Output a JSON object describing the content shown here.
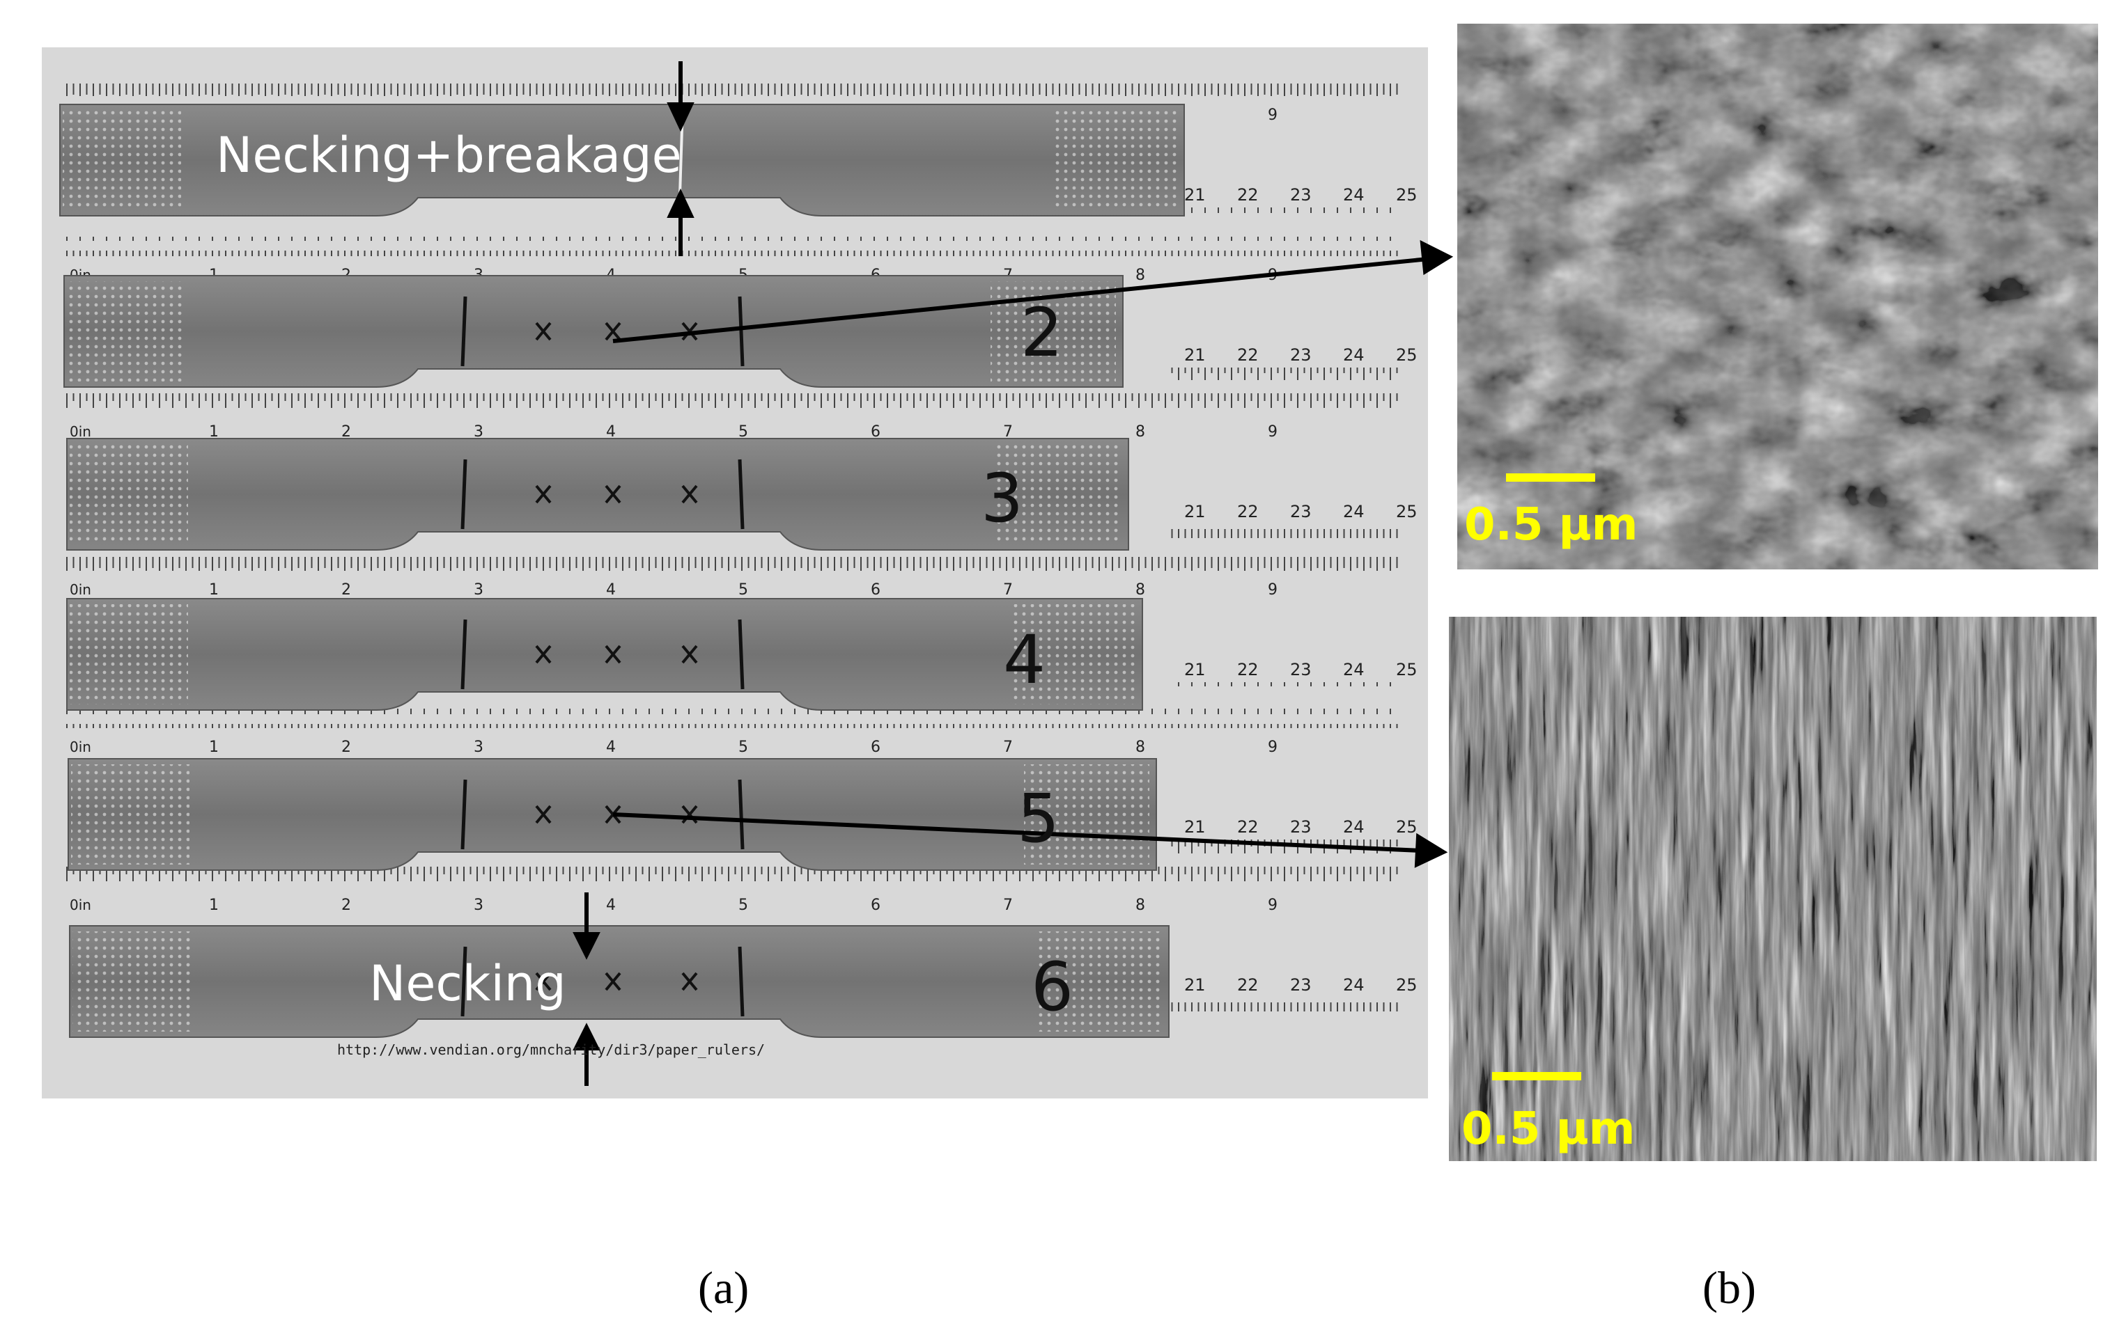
{
  "panels": {
    "a_label": "(a)",
    "b_label": "(b)"
  },
  "specimens": {
    "annotation_top": "Necking+breakage",
    "annotation_bottom": "Necking",
    "numbers": [
      "2",
      "3",
      "4",
      "5",
      "6"
    ],
    "ruler_url": "http://www.vendian.org/mncharity/dir3/paper_rulers/"
  },
  "ruler": {
    "inch_ticks": [
      "1",
      "2",
      "3",
      "4",
      "5",
      "6",
      "7",
      "8",
      "9"
    ],
    "cm_ticks": [
      "21",
      "22",
      "23",
      "24",
      "25"
    ],
    "unit_label": "0in"
  },
  "micrographs": {
    "top_scale_label": "0.5 µm",
    "bottom_scale_label": "0.5 µm"
  },
  "colors": {
    "scale_bar": "#ffff00",
    "arrow": "#000000",
    "specimen": "#7d7d7d",
    "background_photo": "#d4d4d4"
  }
}
